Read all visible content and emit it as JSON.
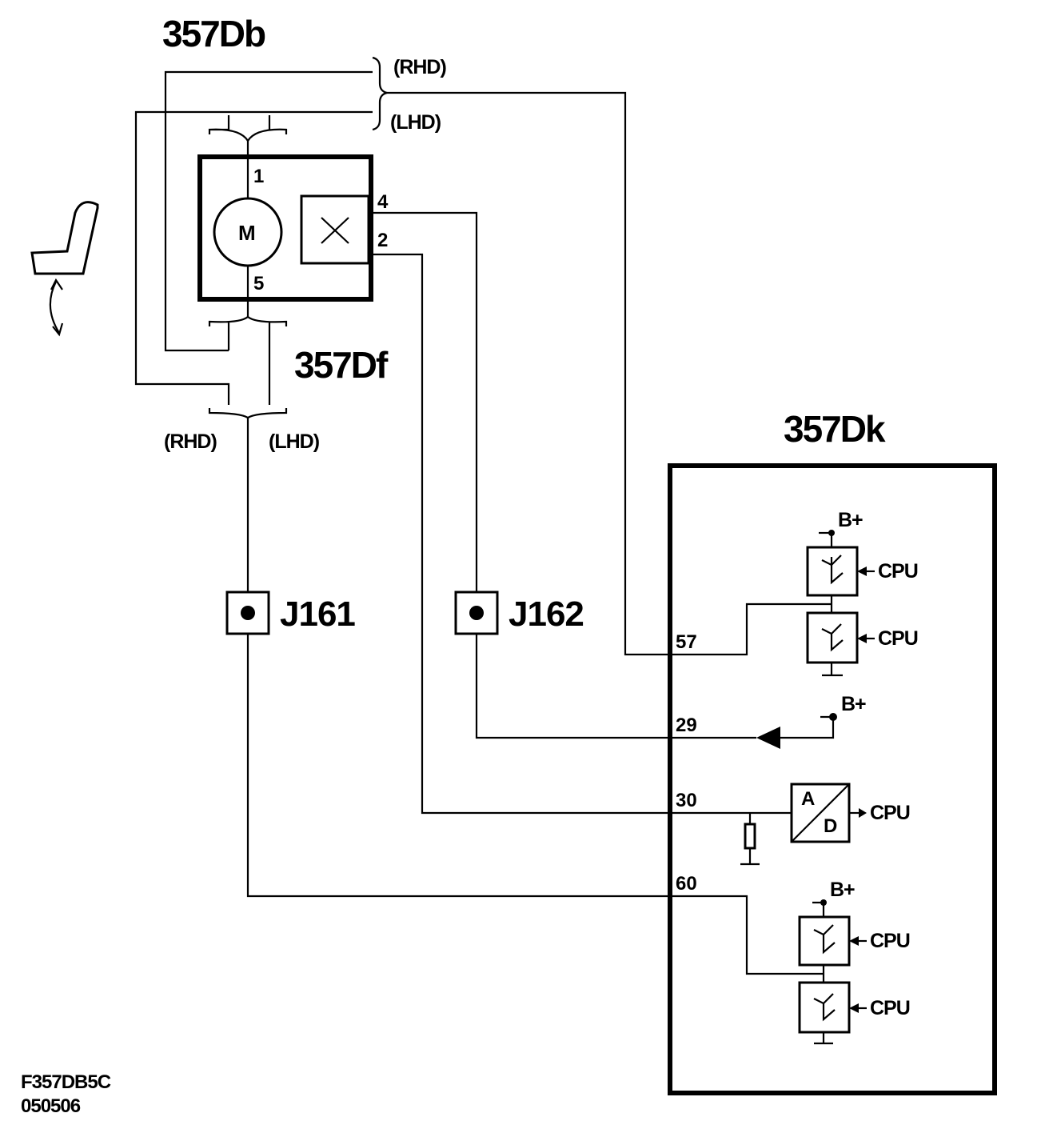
{
  "labels": {
    "switch_connector": "357Db",
    "motor_connector": "357Df",
    "control_module": "357Dk",
    "rhd_top": "(RHD)",
    "lhd_top": "(LHD)",
    "rhd_bottom": "(RHD)",
    "lhd_bottom": "(LHD)",
    "motor_symbol": "M",
    "pin_1": "1",
    "pin_5": "5",
    "pin_4": "4",
    "pin_2": "2",
    "junction_1": "J161",
    "junction_2": "J162",
    "module_pin_57": "57",
    "module_pin_29": "29",
    "module_pin_30": "30",
    "module_pin_60": "60",
    "supply_1": "B+",
    "supply_2": "B+",
    "supply_3": "B+",
    "cpu_1": "CPU",
    "cpu_2": "CPU",
    "cpu_3": "CPU",
    "cpu_4": "CPU",
    "cpu_5": "CPU",
    "adc_a": "A",
    "adc_d": "D"
  },
  "footer": {
    "figure_code": "F357DB5C",
    "figure_date": "050506"
  },
  "colors": {
    "ink": "#000000",
    "background": "#ffffff"
  }
}
